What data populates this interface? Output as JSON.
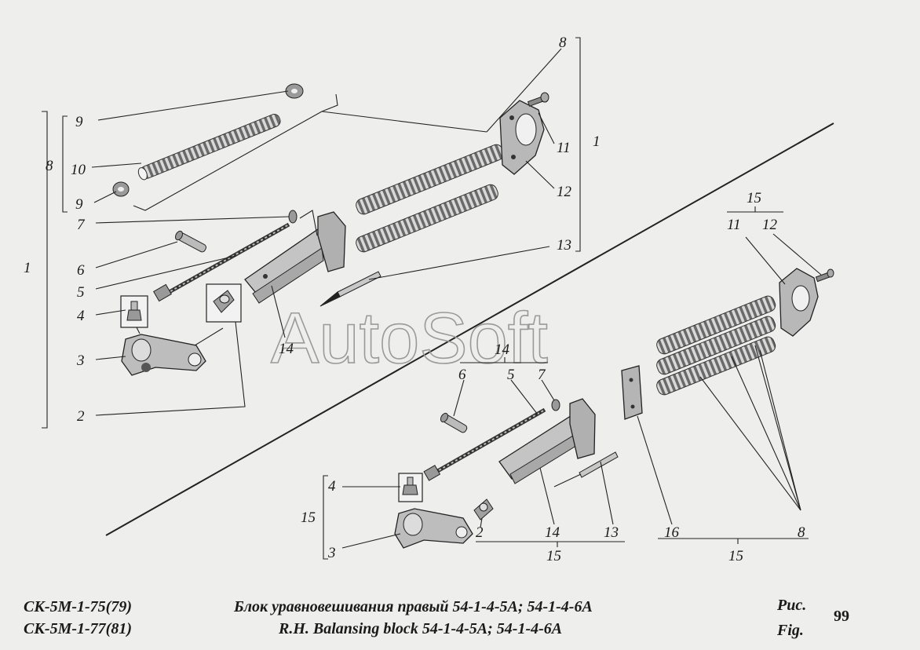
{
  "watermark": "AutoSoft",
  "callouts": {
    "c1a": "1",
    "c1b": "1",
    "c2a": "2",
    "c2b": "2",
    "c3a": "3",
    "c3b": "3",
    "c4a": "4",
    "c4b": "4",
    "c5a": "5",
    "c5b": "5",
    "c6a": "6",
    "c6b": "6",
    "c7a": "7",
    "c7b": "7",
    "c8a": "8",
    "c8b": "8",
    "c8c": "8",
    "c9a": "9",
    "c9b": "9",
    "c10": "10",
    "c11a": "11",
    "c11b": "11",
    "c12a": "12",
    "c12b": "12",
    "c13a": "13",
    "c13b": "13",
    "c14a": "14",
    "c14b": "14",
    "c14c": "14",
    "c15a": "15",
    "c15b": "15",
    "c15c": "15",
    "c15d": "15",
    "c16": "16"
  },
  "caption": {
    "model_line1": "СК-5М-1-75(79)",
    "model_line2": "СК-5М-1-77(81)",
    "title_ru": "Блок уравновешивания правый 54-1-4-5А; 54-1-4-6А",
    "title_en": "R.H. Balansing block 54-1-4-5A; 54-1-4-6A",
    "fig_ru": "Рис.",
    "fig_en": "Fig.",
    "fig_number": "99"
  }
}
